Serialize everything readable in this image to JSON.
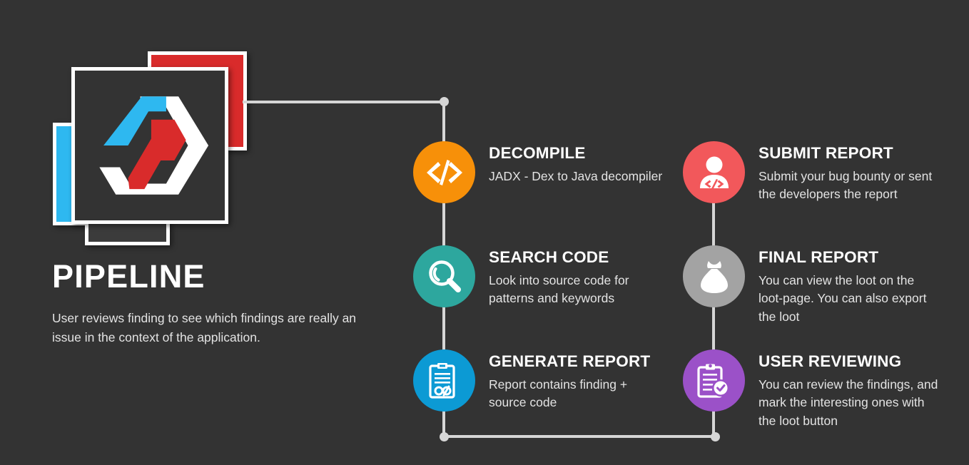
{
  "page": {
    "background_color": "#333333",
    "connector_color": "#d6d6d6"
  },
  "logo": {
    "name": "pipeline-logo",
    "alt": "hexagon code logo",
    "cards": [
      {
        "name": "blue-card",
        "color": "#2EB8F0"
      },
      {
        "name": "red-card",
        "color": "#D92B2B"
      },
      {
        "name": "gray-card",
        "color": "#3b3b3b"
      },
      {
        "name": "main-card",
        "color": "#333333"
      }
    ],
    "mark_colors": {
      "hexagon": "#ffffff",
      "accent_blue": "#2EB8F0",
      "accent_red": "#D92B2B"
    }
  },
  "intro": {
    "title": "PIPELINE",
    "description": "User reviews finding to see which findings are really an issue in the context of the application."
  },
  "steps_left": [
    {
      "id": "decompile",
      "title": "DECOMPILE",
      "description": "JADX - Dex to Java decompiler",
      "icon": "code-brackets-icon",
      "color": "#F79009"
    },
    {
      "id": "search-code",
      "title": "SEARCH CODE",
      "description": "Look into source code for patterns and keywords",
      "icon": "magnifier-icon",
      "color": "#2DA79E"
    },
    {
      "id": "generate-report",
      "title": "GENERATE REPORT",
      "description": "Report contains finding + source code",
      "icon": "clipboard-icon",
      "color": "#0C9AD4"
    }
  ],
  "steps_right": [
    {
      "id": "submit-report",
      "title": "SUBMIT REPORT",
      "description": "Submit your bug bounty or sent the developers the report",
      "icon": "developer-person-icon",
      "color": "#F2585B"
    },
    {
      "id": "final-report",
      "title": "FINAL REPORT",
      "description": "You can view the loot on the loot-page. You can also export the loot",
      "icon": "money-bag-icon",
      "color": "#A3A3A3"
    },
    {
      "id": "user-reviewing",
      "title": "USER REVIEWING",
      "description": "You can review the findings, and mark the interesting ones with the loot button",
      "icon": "clipboard-check-icon",
      "color": "#9B51C8"
    }
  ]
}
